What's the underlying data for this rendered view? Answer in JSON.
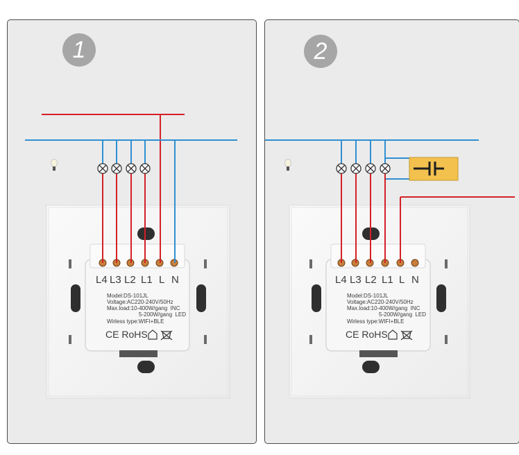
{
  "diagrams": [
    {
      "step": "1",
      "terminals": [
        "L4",
        "L3",
        "L2",
        "L1",
        "L",
        "N"
      ],
      "label": {
        "model": "Model:DS-101JL",
        "voltage": "Voltage:AC220-240V/50Hz",
        "maxload": "Max.load:10-400W/gang  INC",
        "led": "5-200W/gang  LED",
        "wireless": "Wirless type:WIFI+BLE",
        "marks": "CE RoHS"
      }
    },
    {
      "step": "2",
      "terminals": [
        "L4",
        "L3",
        "L2",
        "L1",
        "L",
        "N"
      ],
      "label": {
        "model": "Model:DS-101JL",
        "voltage": "Voltage:AC220-240V/50Hz",
        "maxload": "Max.load:10-400W/gang  INC",
        "led": "5-200W/gang  LED",
        "wireless": "Wirless type:WIFI+BLE",
        "marks": "CE RoHS"
      }
    }
  ],
  "colors": {
    "live": "#d42027",
    "neutral": "#2f8fd2",
    "capacitor": "#f2c14e"
  }
}
